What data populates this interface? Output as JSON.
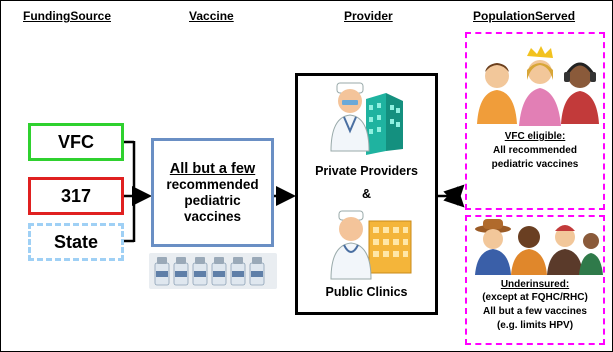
{
  "headers": {
    "funding_source": "FundingSource",
    "vaccine": "Vaccine",
    "provider": "Provider",
    "population_served": "PopulationServed"
  },
  "funding": {
    "vfc": "VFC",
    "s317": "317",
    "state": "State"
  },
  "funding_colors": {
    "vfc": "#2fd12f",
    "s317": "#e02020",
    "state": "#9fd0f5"
  },
  "vaccine_box": {
    "line1": "All but a few",
    "line2": "recommended",
    "line3": "pediatric",
    "line4": "vaccines"
  },
  "provider": {
    "private": "Private Providers",
    "amp": "&",
    "public": "Public Clinics"
  },
  "population": {
    "vfc_title": "VFC eligible:",
    "vfc_line1": "All recommended",
    "vfc_line2": "pediatric vaccines",
    "under_title": "Underinsured:",
    "under_line1": "(except at FQHC/RHC)",
    "under_line2": "All but a few vaccines",
    "under_line3": "(e.g. limits HPV)"
  },
  "icons": [
    "vaccine-vials-icon",
    "doctor-building-icon",
    "nurse-hospital-icon",
    "people-group-icon"
  ]
}
